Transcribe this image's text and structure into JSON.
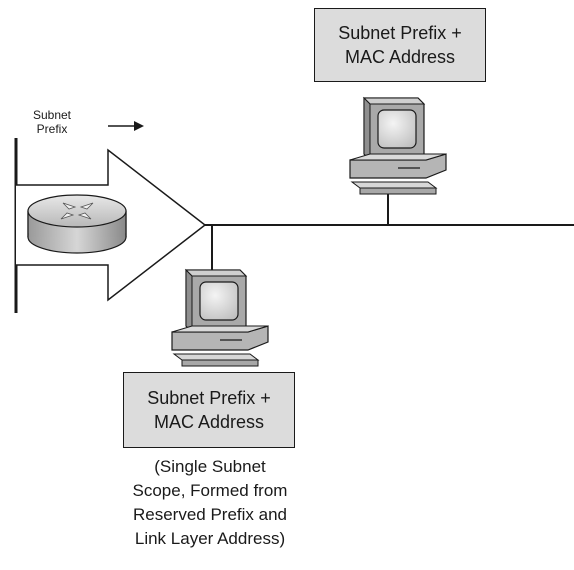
{
  "top_box": {
    "line1": "Subnet Prefix +",
    "line2": "MAC Address"
  },
  "bottom_box": {
    "line1": "Subnet Prefix +",
    "line2": "MAC Address"
  },
  "arrow_label": {
    "line1": "Subnet",
    "line2": "Prefix"
  },
  "caption": {
    "line1": "(Single Subnet",
    "line2": "Scope, Formed from",
    "line3": "Reserved Prefix and",
    "line4": "Link Layer Address)"
  }
}
